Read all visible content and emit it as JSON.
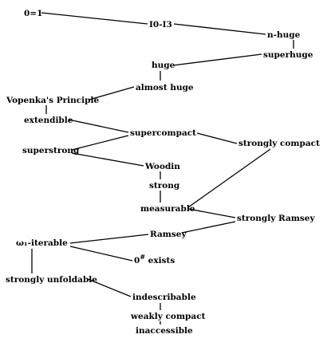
{
  "nodes": [
    {
      "id": "0=1",
      "label": "0=1"
    },
    {
      "id": "I0-I3",
      "label": "I0-I3"
    },
    {
      "id": "n-huge",
      "label": "n-huge"
    },
    {
      "id": "superhuge",
      "label": "superhuge"
    },
    {
      "id": "huge",
      "label": "huge"
    },
    {
      "id": "almost-huge",
      "label": "almost huge"
    },
    {
      "id": "vopenka",
      "label": "Vopenka's Principle"
    },
    {
      "id": "extendible",
      "label": "extendible"
    },
    {
      "id": "supercompact",
      "label": "supercompact"
    },
    {
      "id": "strongly-compact",
      "label": "strongly compact"
    },
    {
      "id": "superstrong",
      "label": "superstrong"
    },
    {
      "id": "woodin",
      "label": "Woodin"
    },
    {
      "id": "strong",
      "label": "strong"
    },
    {
      "id": "measurable",
      "label": "measurable"
    },
    {
      "id": "strongly-ramsey",
      "label": "strongly Ramsey"
    },
    {
      "id": "ramsey",
      "label": "Ramsey"
    },
    {
      "id": "omega1-iterable",
      "label": "ω₁-iterable"
    },
    {
      "id": "zero-sharp",
      "label": "0",
      "sup": "#",
      "suffix": " exists"
    },
    {
      "id": "strongly-unfoldable",
      "label": "strongly unfoldable"
    },
    {
      "id": "indescribable",
      "label": "indescribable"
    },
    {
      "id": "weakly-compact",
      "label": "weakly compact"
    },
    {
      "id": "inaccessible",
      "label": "inaccessible"
    }
  ],
  "edges": [
    [
      "0=1",
      "I0-I3"
    ],
    [
      "I0-I3",
      "n-huge"
    ],
    [
      "n-huge",
      "superhuge"
    ],
    [
      "superhuge",
      "huge"
    ],
    [
      "huge",
      "almost-huge"
    ],
    [
      "almost-huge",
      "vopenka"
    ],
    [
      "vopenka",
      "extendible"
    ],
    [
      "extendible",
      "supercompact"
    ],
    [
      "supercompact",
      "superstrong"
    ],
    [
      "supercompact",
      "strongly-compact"
    ],
    [
      "superstrong",
      "woodin"
    ],
    [
      "woodin",
      "strong"
    ],
    [
      "strong",
      "measurable"
    ],
    [
      "strongly-compact",
      "measurable"
    ],
    [
      "measurable",
      "strongly-ramsey"
    ],
    [
      "strongly-ramsey",
      "ramsey"
    ],
    [
      "ramsey",
      "omega1-iterable"
    ],
    [
      "omega1-iterable",
      "zero-sharp"
    ],
    [
      "omega1-iterable",
      "strongly-unfoldable"
    ],
    [
      "strongly-unfoldable",
      "indescribable"
    ],
    [
      "indescribable",
      "weakly-compact"
    ],
    [
      "weakly-compact",
      "inaccessible"
    ]
  ]
}
